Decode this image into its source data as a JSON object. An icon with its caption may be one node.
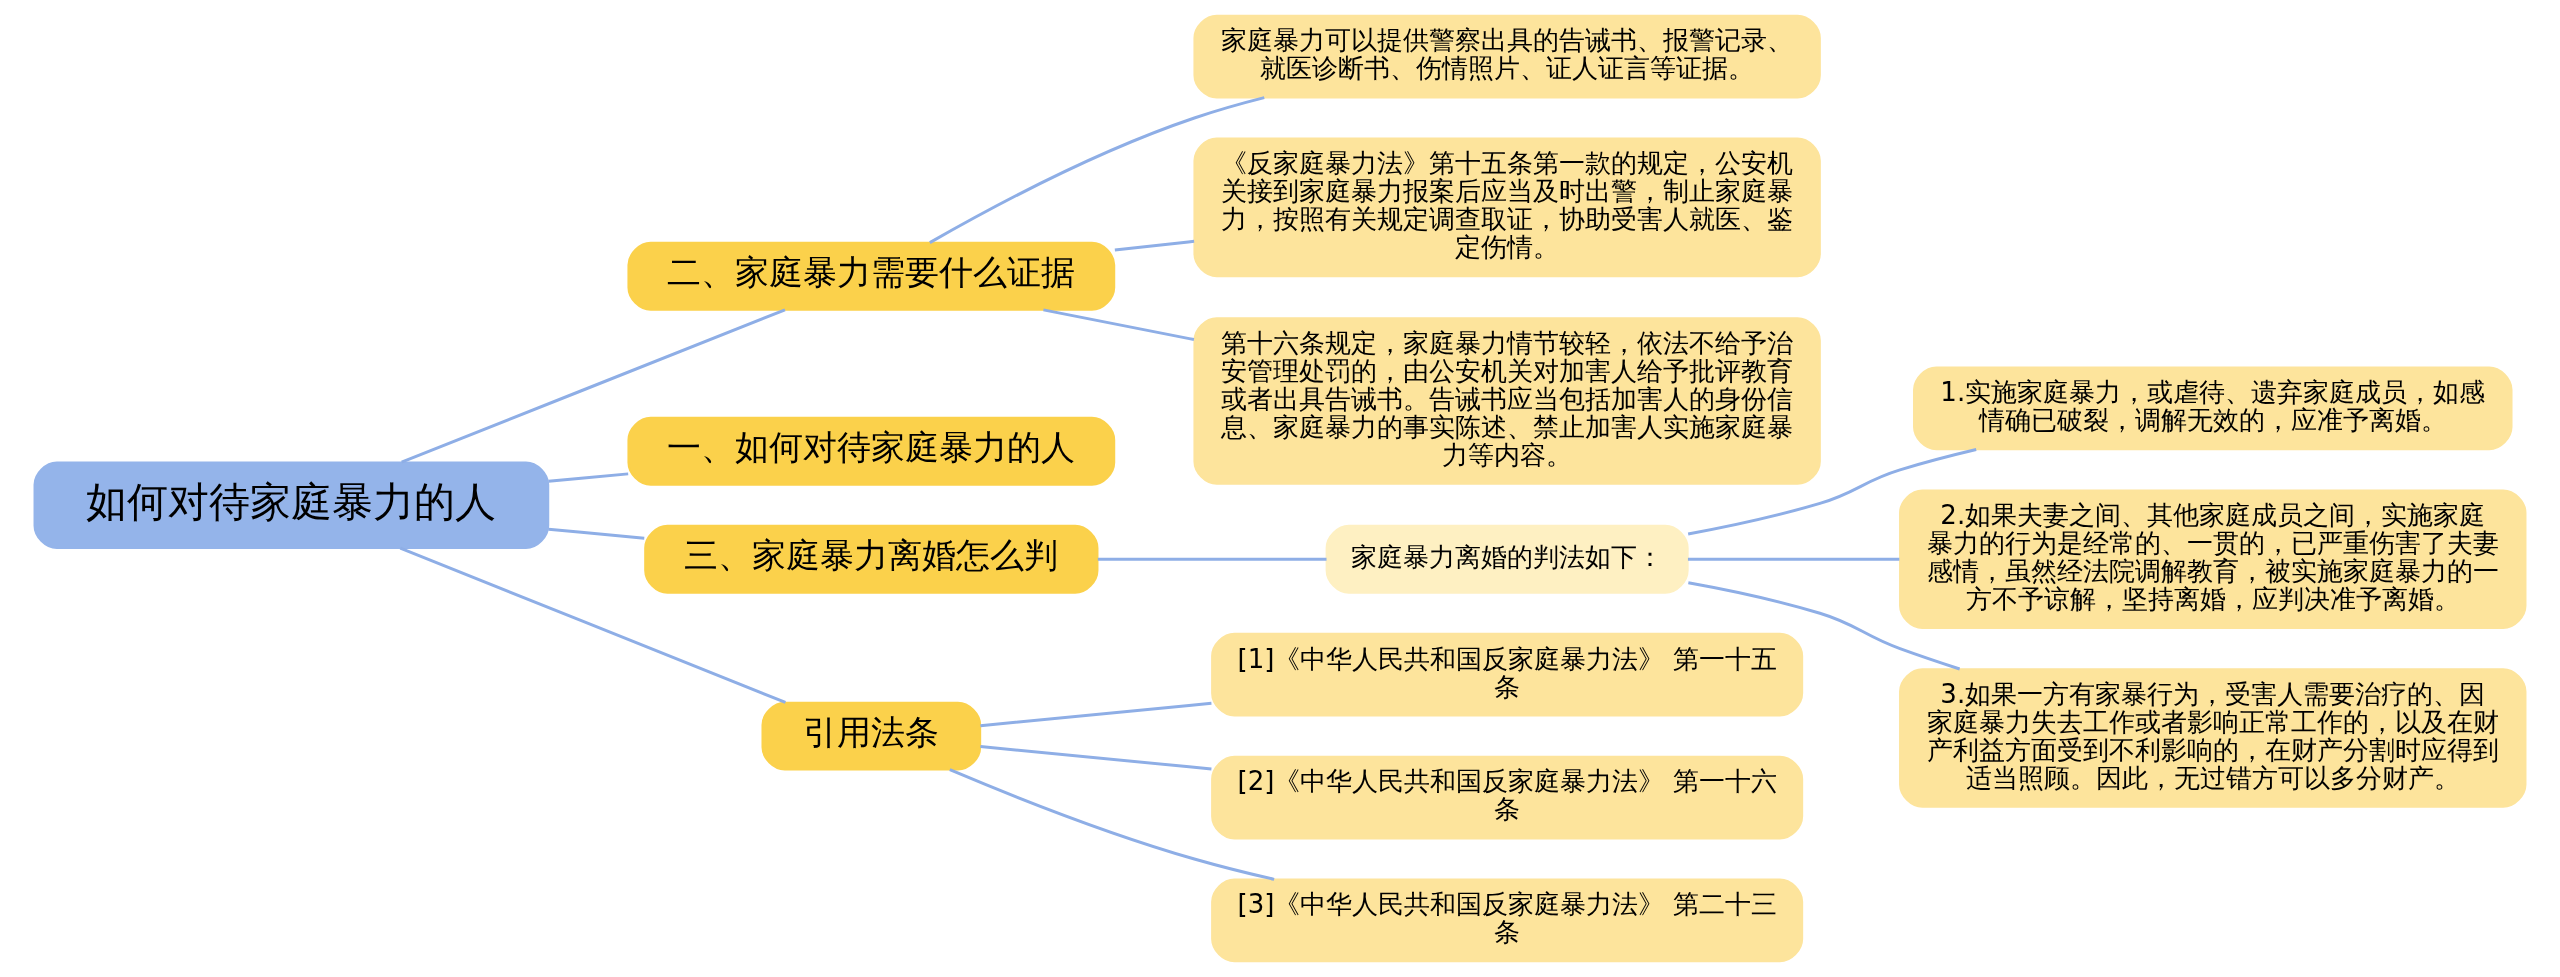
{
  "diagram": {
    "nodes": [
      {
        "text": [
          "如何对待家庭暴力的人"
        ]
      },
      {
        "text": [
          "二、家庭暴力需要什么证据"
        ]
      },
      {
        "text": [
          "家庭暴力可以提供警察出具的告诫书、报警记录、就医诊断书、伤情照片、证人证言等证据。"
        ]
      },
      {
        "text": [
          "《反家庭暴力法》第十五条第一款的规定，公安机关接到家庭暴力报案后应当及时出警，制止家庭暴力，按照有关规定调查取证，协助受害人就医、鉴定伤情。"
        ]
      },
      {
        "text": [
          "第十六条规定，家庭暴力情节较轻，依法不给予治安管理处罚的，由公安机关对加害人给予批评教育或者出具告诫书。告诫书应当包括加害人的身份信息、家庭暴力的事实陈述、禁止加害人实施家庭暴力等内容。"
        ]
      },
      {
        "text": [
          "一、如何对待家庭暴力的人"
        ]
      },
      {
        "text": [
          "三、家庭暴力离婚怎么判"
        ]
      },
      {
        "text": [
          "家庭暴力离婚的判法如下："
        ]
      },
      {
        "text": [
          "1.实施家庭暴力，或虐待、遗弃家庭成员，如感情确已破裂，调解无效的，应准予离婚。"
        ]
      },
      {
        "text": [
          "2.如果夫妻之间、其他家庭成员之间，实施家庭暴力的行为是经常的、一贯的，已严重伤害了夫妻感情，虽然经法院调解教育，被实施家庭暴力的一方不予谅解，坚持离婚，应判决准予离婚。"
        ]
      },
      {
        "text": [
          "3.如果一方有家暴行为，受害人需要治疗的、因家庭暴力失去工作或者影响正常工作的，以及在财产利益方面受到不利影响的，在财产分割时应得到适当照顾。因此，无过错方可以多分财产。"
        ]
      },
      {
        "text": [
          "引用法条"
        ]
      },
      {
        "text": [
          "[1]《中华人民共和国反家庭暴力法》 第一十五条"
        ]
      },
      {
        "text": [
          "[2]《中华人民共和国反家庭暴力法》 第一十六条"
        ]
      },
      {
        "text": [
          "[3]《中华人民共和国反家庭暴力法》 第二十三条"
        ]
      }
    ],
    "edges": [
      {
        "from": 0,
        "to": 1,
        "arrow": "none"
      },
      {
        "from": 1,
        "to": 2,
        "arrow": "none"
      },
      {
        "from": 1,
        "to": 3,
        "arrow": "none"
      },
      {
        "from": 1,
        "to": 4,
        "arrow": "none"
      },
      {
        "from": 0,
        "to": 5,
        "arrow": "none"
      },
      {
        "from": 0,
        "to": 6,
        "arrow": "none"
      },
      {
        "from": 6,
        "to": 7,
        "arrow": "none"
      },
      {
        "from": 7,
        "to": 8,
        "arrow": "none"
      },
      {
        "from": 7,
        "to": 9,
        "arrow": "none"
      },
      {
        "from": 7,
        "to": 10,
        "arrow": "none"
      },
      {
        "from": 0,
        "to": 11,
        "arrow": "none"
      },
      {
        "from": 11,
        "to": 12,
        "arrow": "none"
      },
      {
        "from": 11,
        "to": 13,
        "arrow": "none"
      },
      {
        "from": 11,
        "to": 14,
        "arrow": "none"
      }
    ]
  }
}
